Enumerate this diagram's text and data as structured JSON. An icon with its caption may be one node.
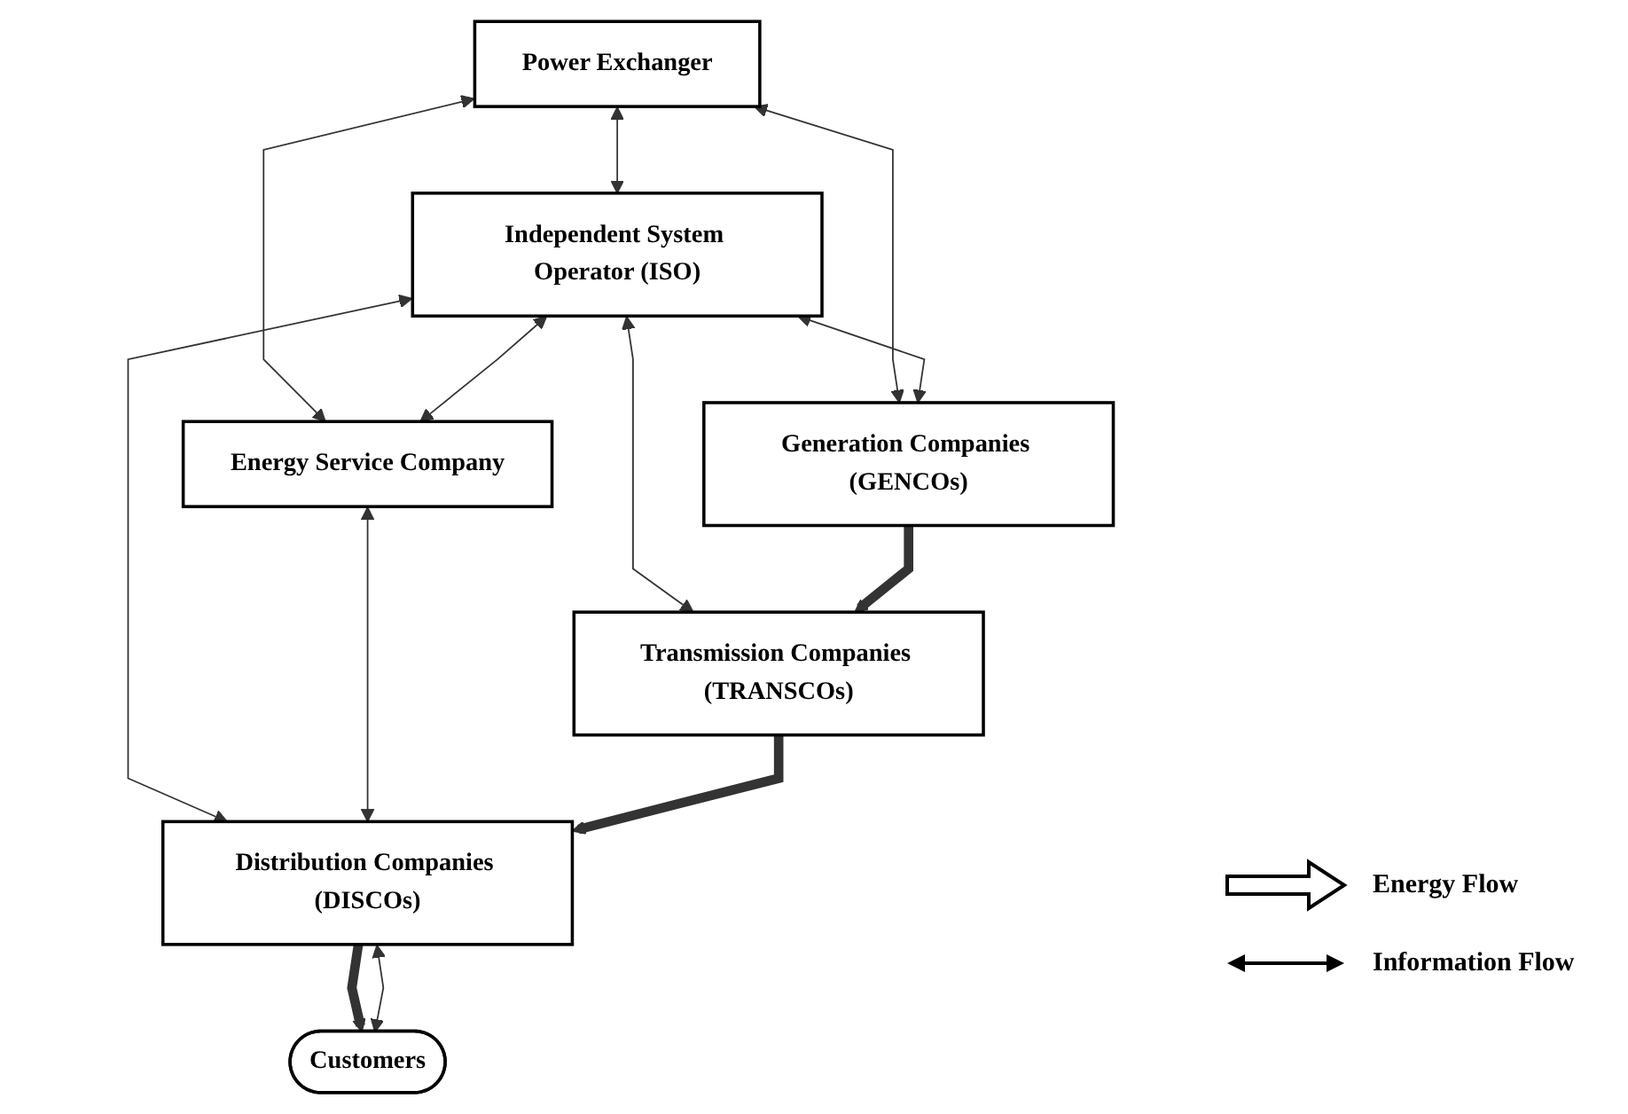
{
  "diagram": {
    "nodes": [
      {
        "text": [
          "Power Exchanger"
        ]
      },
      {
        "text": [
          "Independent System Operator (ISO)"
        ]
      },
      {
        "text": [
          "Energy Service Company"
        ]
      },
      {
        "text": [
          "Generation Companies (GENCOs)"
        ]
      },
      {
        "text": [
          "Transmission Companies (TRANSCOs)"
        ]
      },
      {
        "text": [
          "Distribution Companies (DISCOs)"
        ]
      },
      {
        "text": [
          "Customers"
        ]
      }
    ],
    "edges": [
      {
        "from": 0,
        "to": 2,
        "arrow": "both"
      },
      {
        "from": 0,
        "to": 1,
        "arrow": "both"
      },
      {
        "from": 1,
        "to": 2,
        "arrow": "both"
      },
      {
        "from": 0,
        "to": 3,
        "arrow": "both"
      },
      {
        "from": 1,
        "to": 3,
        "arrow": "both"
      },
      {
        "from": 1,
        "to": 4,
        "arrow": "both"
      },
      {
        "from": 1,
        "to": 5,
        "arrow": "both"
      },
      {
        "from": 2,
        "to": 5,
        "arrow": "both"
      },
      {
        "from": 3,
        "to": 4,
        "arrow": "to",
        "style": "thick"
      },
      {
        "from": 4,
        "to": 5,
        "arrow": "to",
        "style": "thick"
      },
      {
        "from": 5,
        "to": 6,
        "arrow": "to",
        "style": "thick"
      },
      {
        "from": 5,
        "to": 6,
        "arrow": "both"
      }
    ],
    "legend": [
      {
        "text": "Energy Flow"
      },
      {
        "text": "Information Flow"
      }
    ]
  }
}
